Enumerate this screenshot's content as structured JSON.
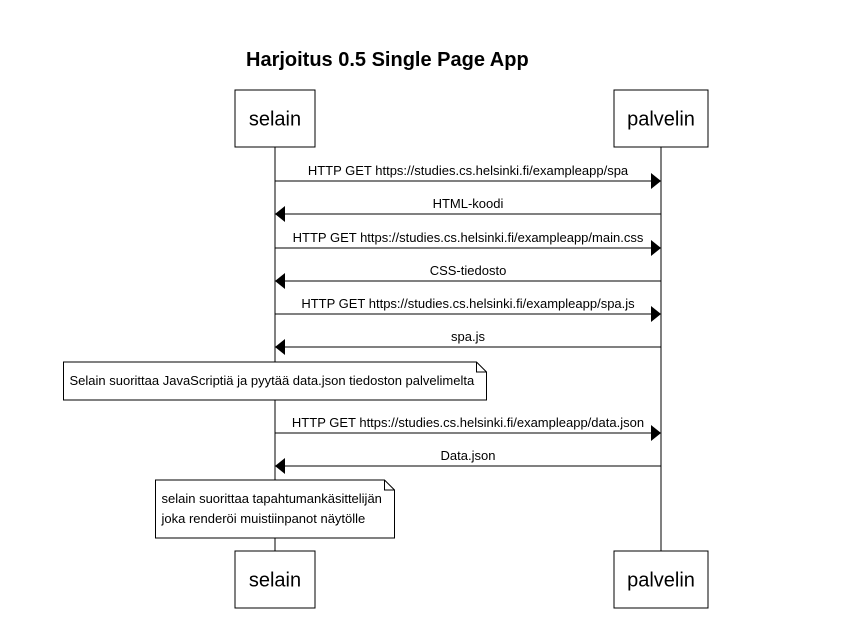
{
  "diagram": {
    "title": "Harjoitus 0.5 Single Page App",
    "participants": [
      {
        "id": "selain",
        "label": "selain"
      },
      {
        "id": "palvelin",
        "label": "palvelin"
      }
    ],
    "steps": [
      {
        "kind": "message",
        "from": "selain",
        "to": "palvelin",
        "label": "HTTP GET https://studies.cs.helsinki.fi/exampleapp/spa"
      },
      {
        "kind": "message",
        "from": "palvelin",
        "to": "selain",
        "label": "HTML-koodi"
      },
      {
        "kind": "message",
        "from": "selain",
        "to": "palvelin",
        "label": "HTTP GET https://studies.cs.helsinki.fi/exampleapp/main.css"
      },
      {
        "kind": "message",
        "from": "palvelin",
        "to": "selain",
        "label": "CSS-tiedosto"
      },
      {
        "kind": "message",
        "from": "selain",
        "to": "palvelin",
        "label": "HTTP GET https://studies.cs.helsinki.fi/exampleapp/spa.js"
      },
      {
        "kind": "message",
        "from": "palvelin",
        "to": "selain",
        "label": "spa.js"
      },
      {
        "kind": "note",
        "over": "selain",
        "lines": [
          "Selain suorittaa JavaScriptiä ja pyytää data.json tiedoston palvelimelta"
        ]
      },
      {
        "kind": "message",
        "from": "selain",
        "to": "palvelin",
        "label": "HTTP GET https://studies.cs.helsinki.fi/exampleapp/data.json"
      },
      {
        "kind": "message",
        "from": "palvelin",
        "to": "selain",
        "label": "Data.json"
      },
      {
        "kind": "note",
        "over": "selain",
        "lines": [
          "selain suorittaa tapahtumankäsittelijän",
          "joka renderöi muistiinpanot näytölle"
        ]
      }
    ]
  }
}
